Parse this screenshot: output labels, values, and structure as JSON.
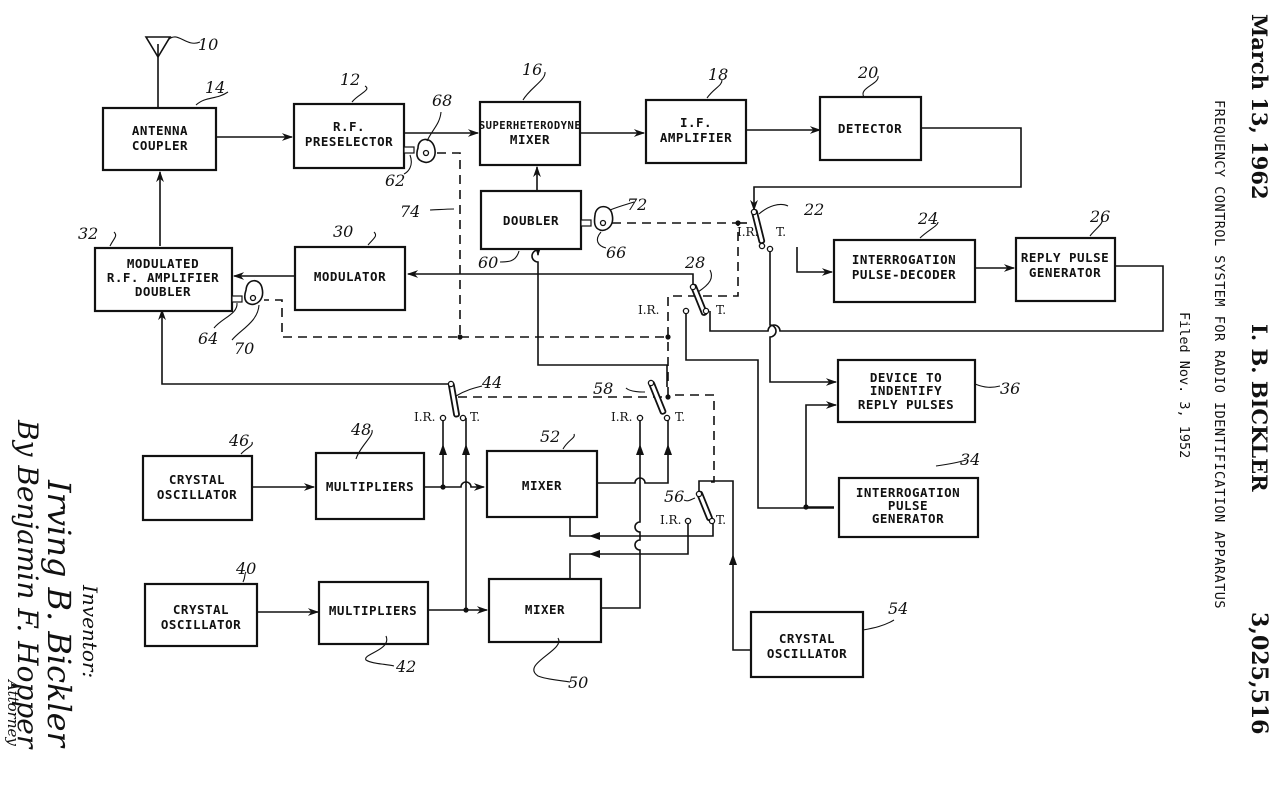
{
  "header": {
    "date": "March 13, 1962",
    "inventor": "I. B. BICKLER",
    "patent_number": "3,025,516",
    "title": "FREQUENCY CONTROL SYSTEM FOR RADIO IDENTIFICATION APPARATUS",
    "filed": "Filed Nov. 3, 1952"
  },
  "signature": {
    "inventor_label": "Inventor:",
    "inventor_name": "Irving B. Bickler",
    "by_label": "By",
    "attorney_name": "Benjamin F. Hopper",
    "attorney_label": "Attorney"
  },
  "blocks": {
    "antenna_coupler": {
      "ref": "14",
      "lines": [
        "ANTENNA",
        "COUPLER"
      ]
    },
    "rf_preselector": {
      "ref": "12",
      "lines": [
        "R.F.",
        "PRESELECTOR"
      ]
    },
    "superhet_mixer": {
      "ref": "16",
      "lines": [
        "SUPERHETERODYNE",
        "MIXER"
      ]
    },
    "if_amplifier": {
      "ref": "18",
      "lines": [
        "I.F.",
        "AMPLIFIER"
      ]
    },
    "detector": {
      "ref": "20",
      "lines": [
        "DETECTOR"
      ]
    },
    "doubler": {
      "ref": "60",
      "lines": [
        "DOUBLER"
      ]
    },
    "modulated_rf_amp": {
      "ref": "32",
      "lines": [
        "MODULATED",
        "R.F. AMPLIFIER",
        "DOUBLER"
      ]
    },
    "modulator": {
      "ref": "30",
      "lines": [
        "MODULATOR"
      ]
    },
    "interrogation_decoder": {
      "ref": "24",
      "lines": [
        "INTERROGATION",
        "PULSE-DECODER"
      ]
    },
    "reply_pulse_gen": {
      "ref": "26",
      "lines": [
        "REPLY PULSE",
        "GENERATOR"
      ]
    },
    "identify_device": {
      "ref": "36",
      "lines": [
        "DEVICE TO",
        "INDENTIFY",
        "REPLY PULSES"
      ]
    },
    "interrogation_gen": {
      "ref": "34",
      "lines": [
        "INTERROGATION",
        "PULSE",
        "GENERATOR"
      ]
    },
    "crystal_osc_46": {
      "ref": "46",
      "lines": [
        "CRYSTAL",
        "OSCILLATOR"
      ]
    },
    "multipliers_48": {
      "ref": "48",
      "lines": [
        "MULTIPLIERS"
      ]
    },
    "mixer_52": {
      "ref": "52",
      "lines": [
        "MIXER"
      ]
    },
    "crystal_osc_40": {
      "ref": "40",
      "lines": [
        "CRYSTAL",
        "OSCILLATOR"
      ]
    },
    "multipliers_42": {
      "ref": "42",
      "lines": [
        "MULTIPLIERS"
      ]
    },
    "mixer_50": {
      "ref": "50",
      "lines": [
        "MIXER"
      ]
    },
    "crystal_osc_54": {
      "ref": "54",
      "lines": [
        "CRYSTAL",
        "OSCILLATOR"
      ]
    }
  },
  "refs": {
    "antenna": "10",
    "cap_62": "62",
    "cap_64": "64",
    "cap_66": "66",
    "cap_68": "68",
    "cap_70": "70",
    "cap_72": "72",
    "gang_74": "74",
    "switch_22": "22",
    "switch_28": "28",
    "switch_44": "44",
    "switch_58": "58",
    "switch_56": "56"
  },
  "switch_labels": {
    "ir": "I.R.",
    "t": "T."
  }
}
